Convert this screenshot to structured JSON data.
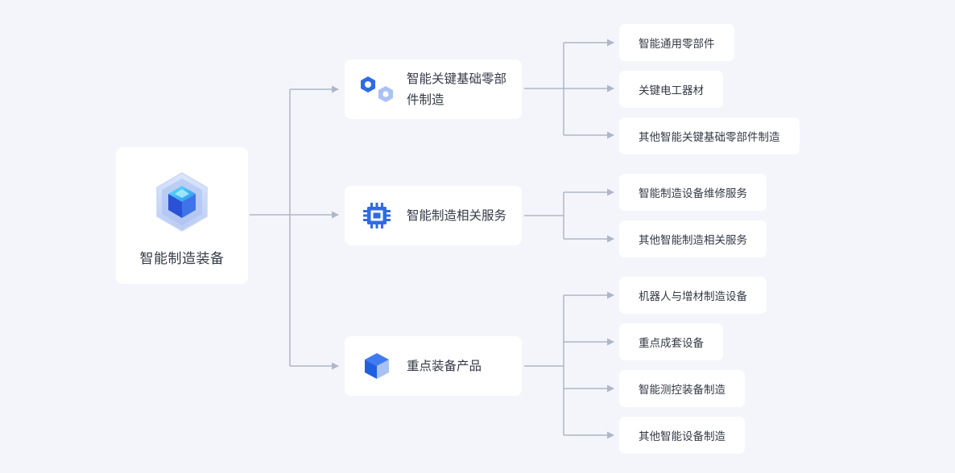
{
  "root": {
    "label": "智能制造装备",
    "icon": "glowing-cube-icon"
  },
  "branches": [
    {
      "label": "智能关键基础零部件制造",
      "icon": "gear-nuts-icon",
      "children": [
        "智能通用零部件",
        "关键电工器材",
        "其他智能关键基础零部件制造"
      ]
    },
    {
      "label": "智能制造相关服务",
      "icon": "chip-icon",
      "children": [
        "智能制造设备维修服务",
        "其他智能制造相关服务"
      ]
    },
    {
      "label": "重点装备产品",
      "icon": "box-icon",
      "children": [
        "机器人与增材制造设备",
        "重点成套设备",
        "智能测控装备制造",
        "其他智能设备制造"
      ]
    }
  ],
  "colors": {
    "background": "#f3f5fb",
    "card": "#ffffff",
    "connector": "#aeb6c8",
    "accent": "#2f6be4",
    "accent_light": "#a9c2f5"
  }
}
